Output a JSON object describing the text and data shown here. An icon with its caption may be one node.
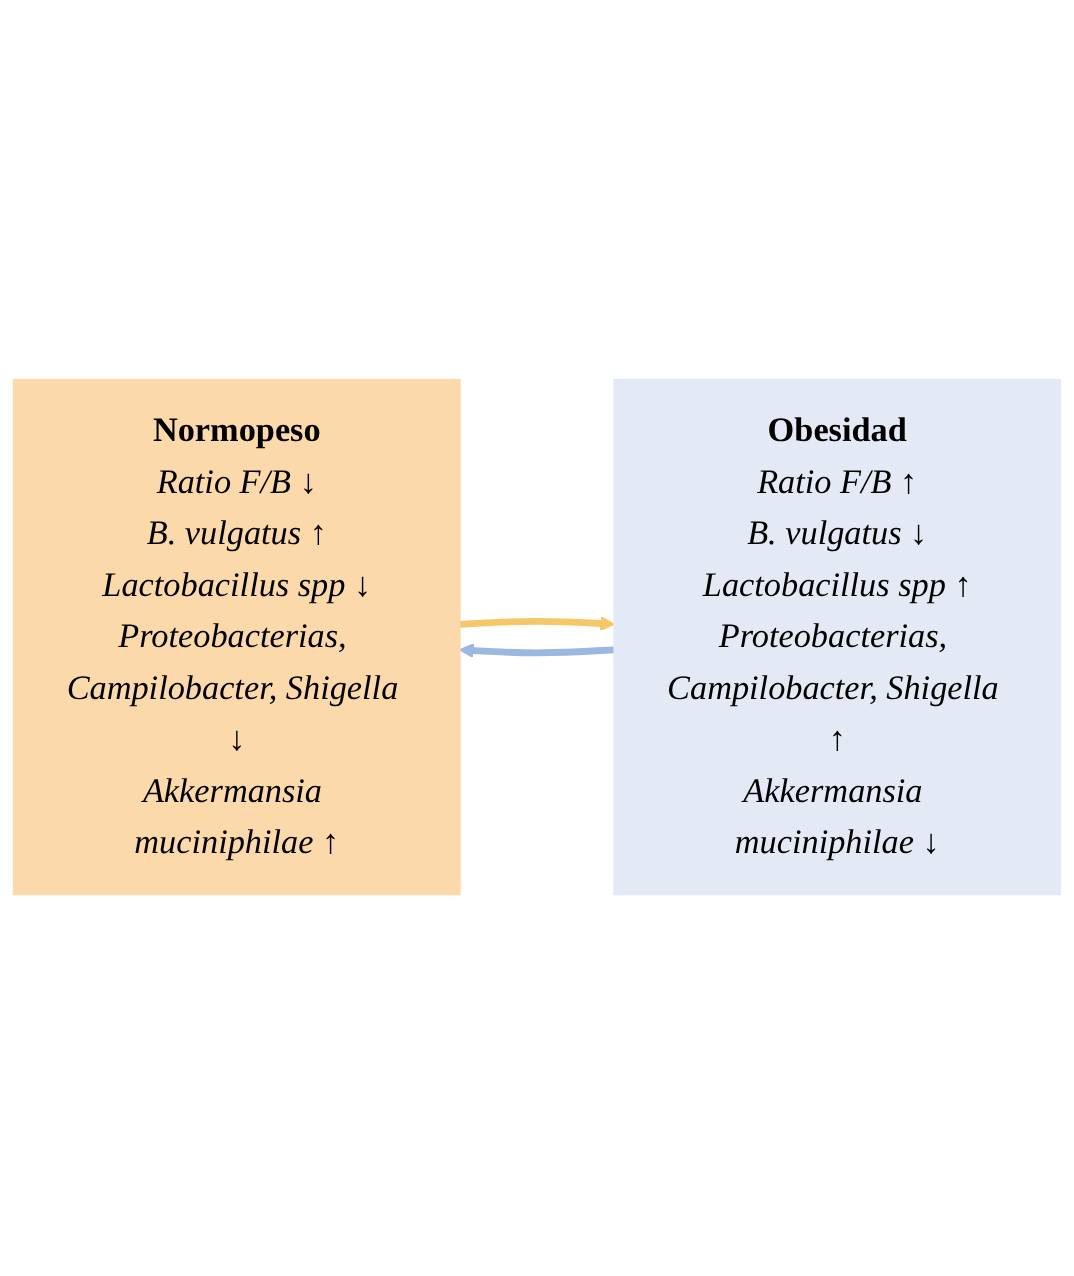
{
  "diagram": {
    "nodes": [
      {
        "text": [
          "Normopeso",
          "Ratio F/B ↓",
          "B. vulgatus ↑",
          "Lactobacillus spp ↓",
          "Proteobacterias, Campilobacter, Shigella ↓",
          "Akkermansia muciniphilae ↑"
        ]
      },
      {
        "text": [
          "Obesidad",
          "Ratio F/B ↑",
          "B. vulgatus ↓",
          "Lactobacillus spp ↑",
          "Proteobacterias, Campilobacter, Shigella ↑",
          "Akkermansia muciniphilae ↓"
        ]
      }
    ],
    "edges": [
      {
        "from": 0,
        "to": 1,
        "arrow": "to",
        "color": "#f6c768"
      },
      {
        "from": 1,
        "to": 0,
        "arrow": "to",
        "color": "#9ab8e0"
      }
    ]
  }
}
